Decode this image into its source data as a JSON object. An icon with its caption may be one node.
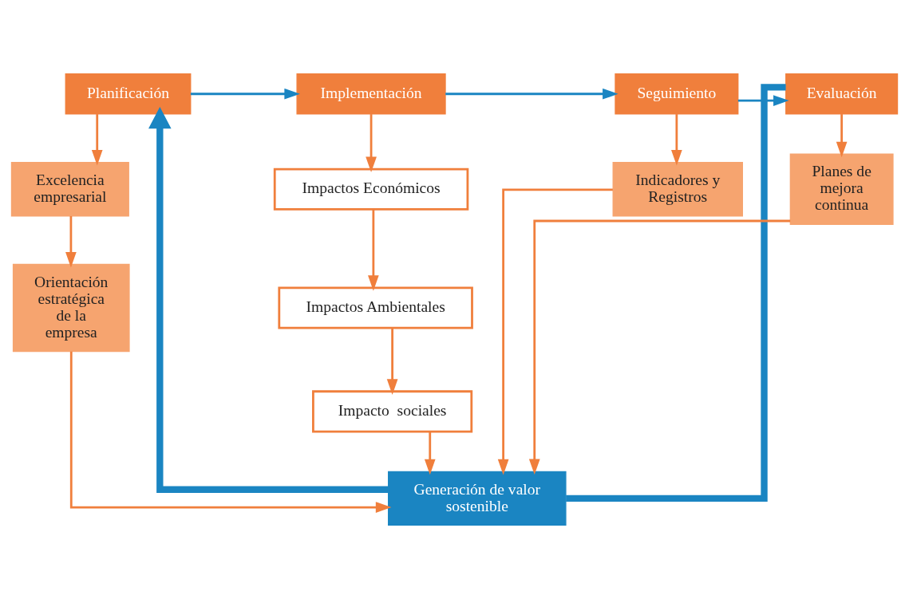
{
  "diagram": {
    "nodes": [
      {
        "text": [
          "Planificación"
        ]
      },
      {
        "text": [
          "Implementación"
        ]
      },
      {
        "text": [
          "Seguimiento"
        ]
      },
      {
        "text": [
          "Evaluación"
        ]
      },
      {
        "text": [
          "Excelencia empresarial"
        ]
      },
      {
        "text": [
          "Orientación estratégica de la empresa"
        ]
      },
      {
        "text": [
          "Impactos Económicos"
        ]
      },
      {
        "text": [
          "Impactos Ambientales"
        ]
      },
      {
        "text": [
          "Impacto  sociales"
        ]
      },
      {
        "text": [
          "Indicadores y Registros"
        ]
      },
      {
        "text": [
          "Planes de mejora continua"
        ]
      },
      {
        "text": [
          "Generación de valor sostenible"
        ]
      }
    ],
    "edges": [
      {
        "from": 0,
        "to": 1,
        "arrow": "to",
        "color": "#1a85c2"
      },
      {
        "from": 1,
        "to": 2,
        "arrow": "to",
        "color": "#1a85c2"
      },
      {
        "from": 2,
        "to": 3,
        "arrow": "to",
        "color": "#1a85c2"
      },
      {
        "from": 0,
        "to": 4,
        "arrow": "to"
      },
      {
        "from": 4,
        "to": 5,
        "arrow": "to"
      },
      {
        "from": 1,
        "to": 6,
        "arrow": "to"
      },
      {
        "from": 6,
        "to": 7,
        "arrow": "to"
      },
      {
        "from": 7,
        "to": 8,
        "arrow": "to"
      },
      {
        "from": 2,
        "to": 9,
        "arrow": "to"
      },
      {
        "from": 3,
        "to": 10,
        "arrow": "to"
      },
      {
        "from": 5,
        "to": 11,
        "arrow": "to"
      },
      {
        "from": 8,
        "to": 11,
        "arrow": "to"
      },
      {
        "from": 9,
        "to": 11,
        "arrow": "to"
      },
      {
        "from": 10,
        "to": 11,
        "arrow": "to"
      },
      {
        "from": 3,
        "to": 11,
        "arrow": "none",
        "style": "thick",
        "color": "#1a85c2"
      },
      {
        "from": 11,
        "to": 0,
        "arrow": "to",
        "style": "thick",
        "color": "#1a85c2"
      }
    ]
  }
}
